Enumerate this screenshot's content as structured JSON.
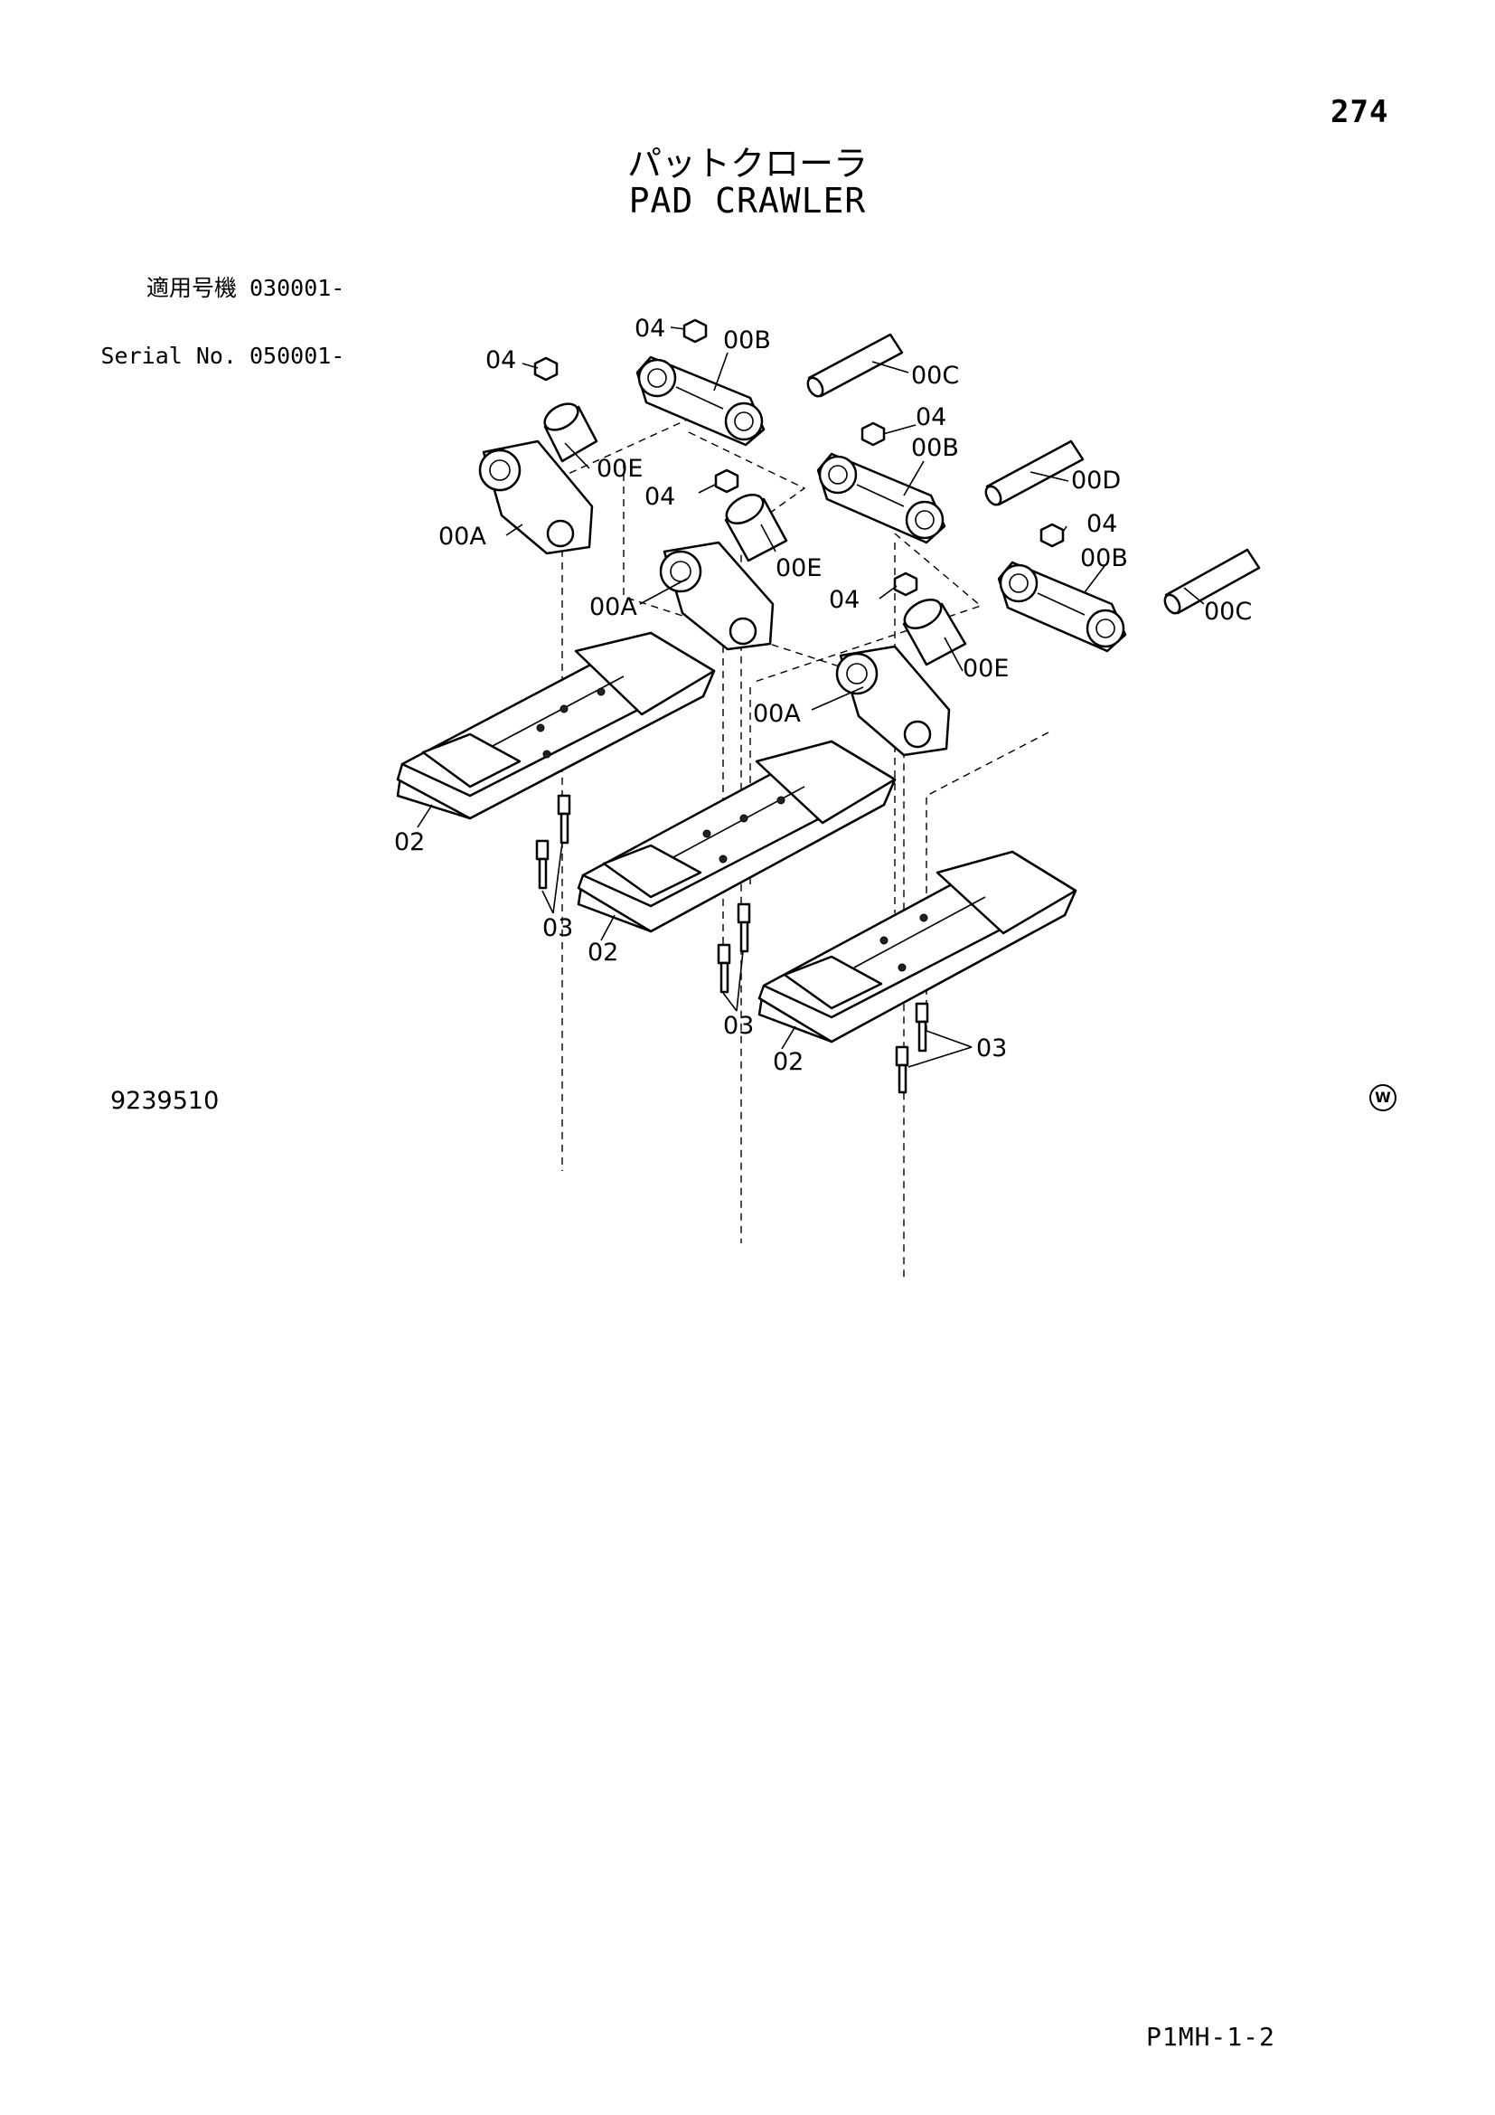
{
  "page": {
    "number": "274",
    "footer_code": "P1MH-1-2",
    "drawing_number": "9239510",
    "registered_mark": "W"
  },
  "title": {
    "japanese": "パットクローラ",
    "english": "PAD CRAWLER"
  },
  "serial": [
    {
      "label": "適用号機",
      "value": "030001-"
    },
    {
      "label": "Serial No.",
      "value": "050001-"
    }
  ],
  "labels": {
    "nut_04": "04",
    "link_00B": "00B",
    "pin_00C": "00C",
    "pin_00D": "00D",
    "bushing_00E": "00E",
    "link_00A": "00A",
    "shoe_02": "02",
    "bolt_03": "03"
  }
}
